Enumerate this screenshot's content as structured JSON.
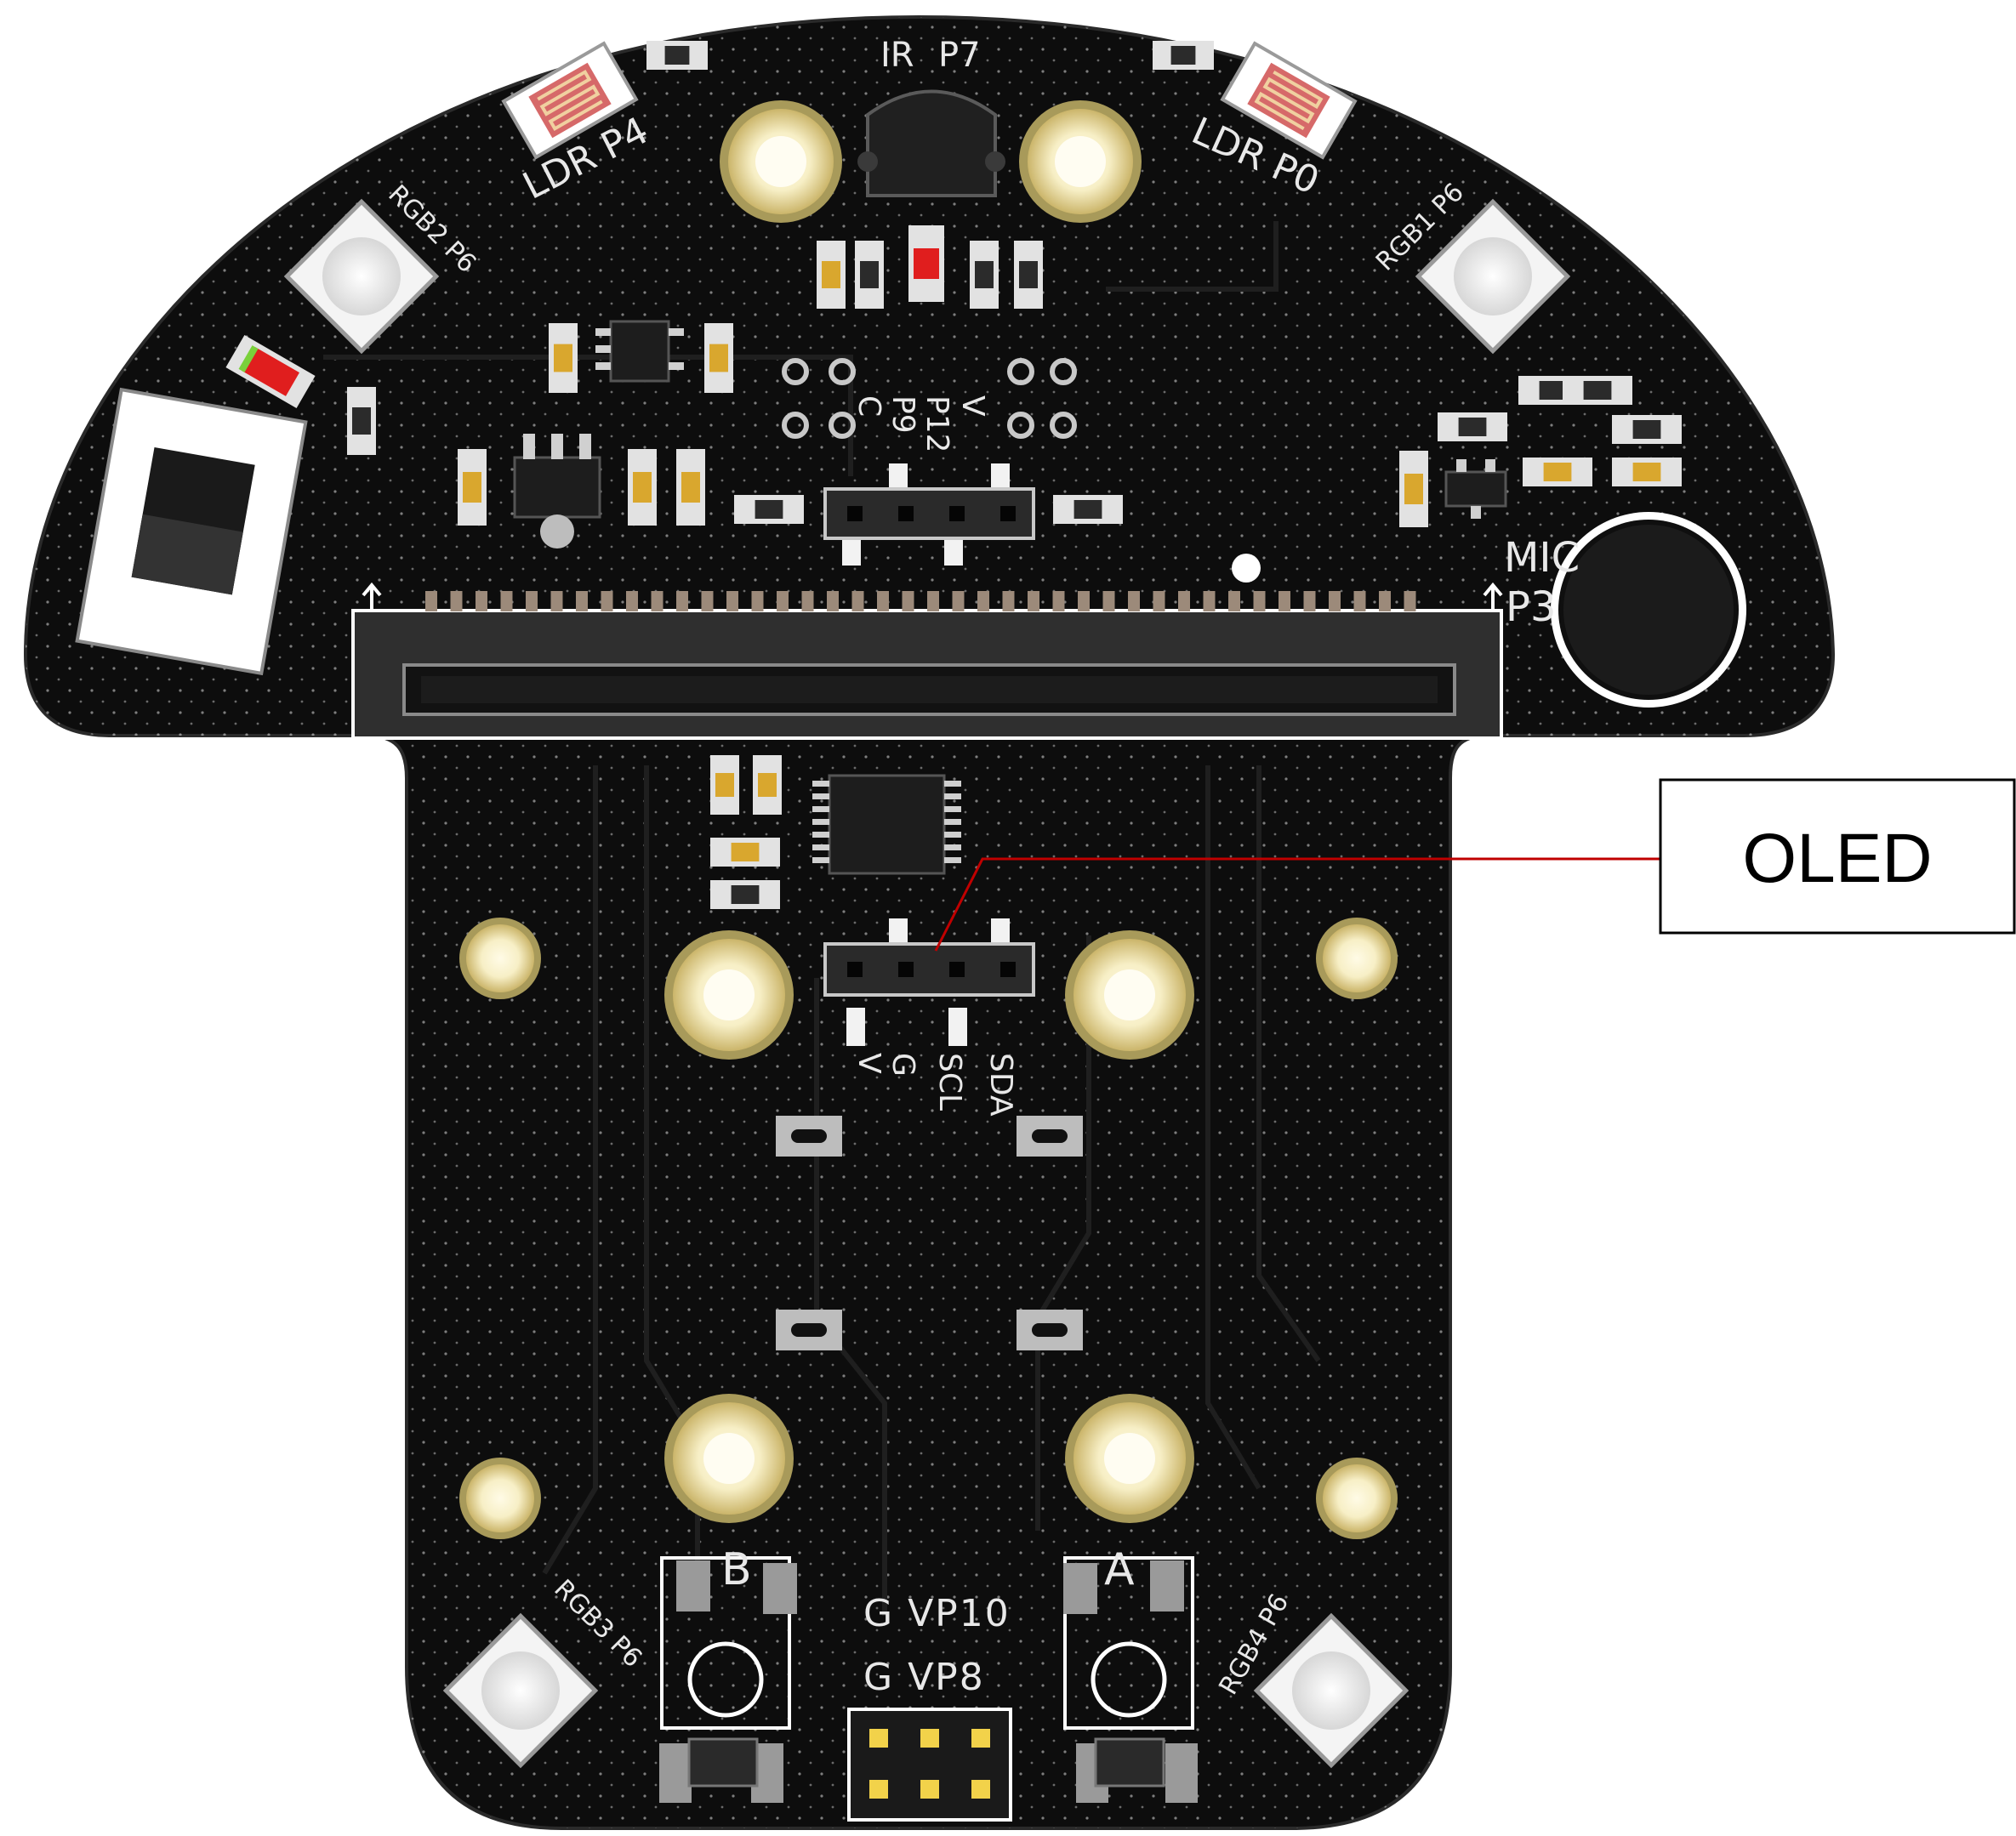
{
  "silkscreen": {
    "ir": "IR",
    "p7": "P7",
    "ldr_left": "LDR P4",
    "ldr_right": "LDR P0",
    "rgb1": "RGB1 P6",
    "rgb2": "RGB2 P6",
    "rgb3": "RGB3 P6",
    "rgb4": "RGB4 P6",
    "header_v": "V",
    "header_p12": "P12",
    "header_p9": "P9",
    "header_c": "C",
    "mic": "MIC",
    "p3": "P3",
    "oled_v": "V",
    "oled_g": "G",
    "oled_scl": "SCL",
    "oled_sda": "SDA",
    "btn_b": "B",
    "btn_a": "A",
    "pin_row1": "G VP10",
    "pin_row2": "G VP8"
  },
  "callout": {
    "label": "OLED"
  },
  "colors": {
    "pcb": "#0d0d0d",
    "silkscreen": "#e8e8e8",
    "pad_gold": "#f4e8b0",
    "leader_line": "#c00000"
  }
}
